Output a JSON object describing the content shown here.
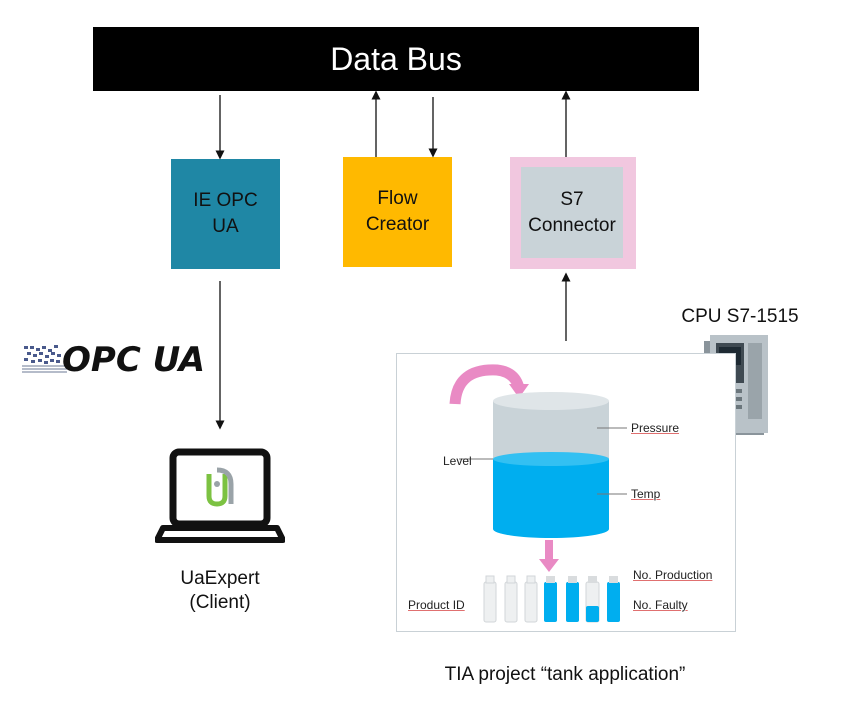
{
  "bus": {
    "label": "Data Bus"
  },
  "boxes": {
    "ie_opc_ua": "IE OPC\nUA",
    "flow_creator": "Flow\nCreator",
    "s7_connector": "S7\nConnector"
  },
  "cpu": {
    "label": "CPU S7-1515"
  },
  "opc_logo": {
    "text": "OPC UA"
  },
  "client": {
    "label": "UaExpert\n(Client)"
  },
  "tank_panel": {
    "level": "Level",
    "pressure": "Pressure",
    "temp": "Temp",
    "no_production": "No. Production",
    "no_faulty": "No. Faulty",
    "product_id": "Product ID"
  },
  "caption": "TIA project “tank application”",
  "colors": {
    "ie_opc_ua": "#1f87a5",
    "flow_creator": "#ffb900",
    "s7_border": "#f1c7df",
    "s7_fill": "#c9d3d8",
    "tank_liquid": "#00aeef",
    "pink_arrow": "#e98ac4"
  }
}
